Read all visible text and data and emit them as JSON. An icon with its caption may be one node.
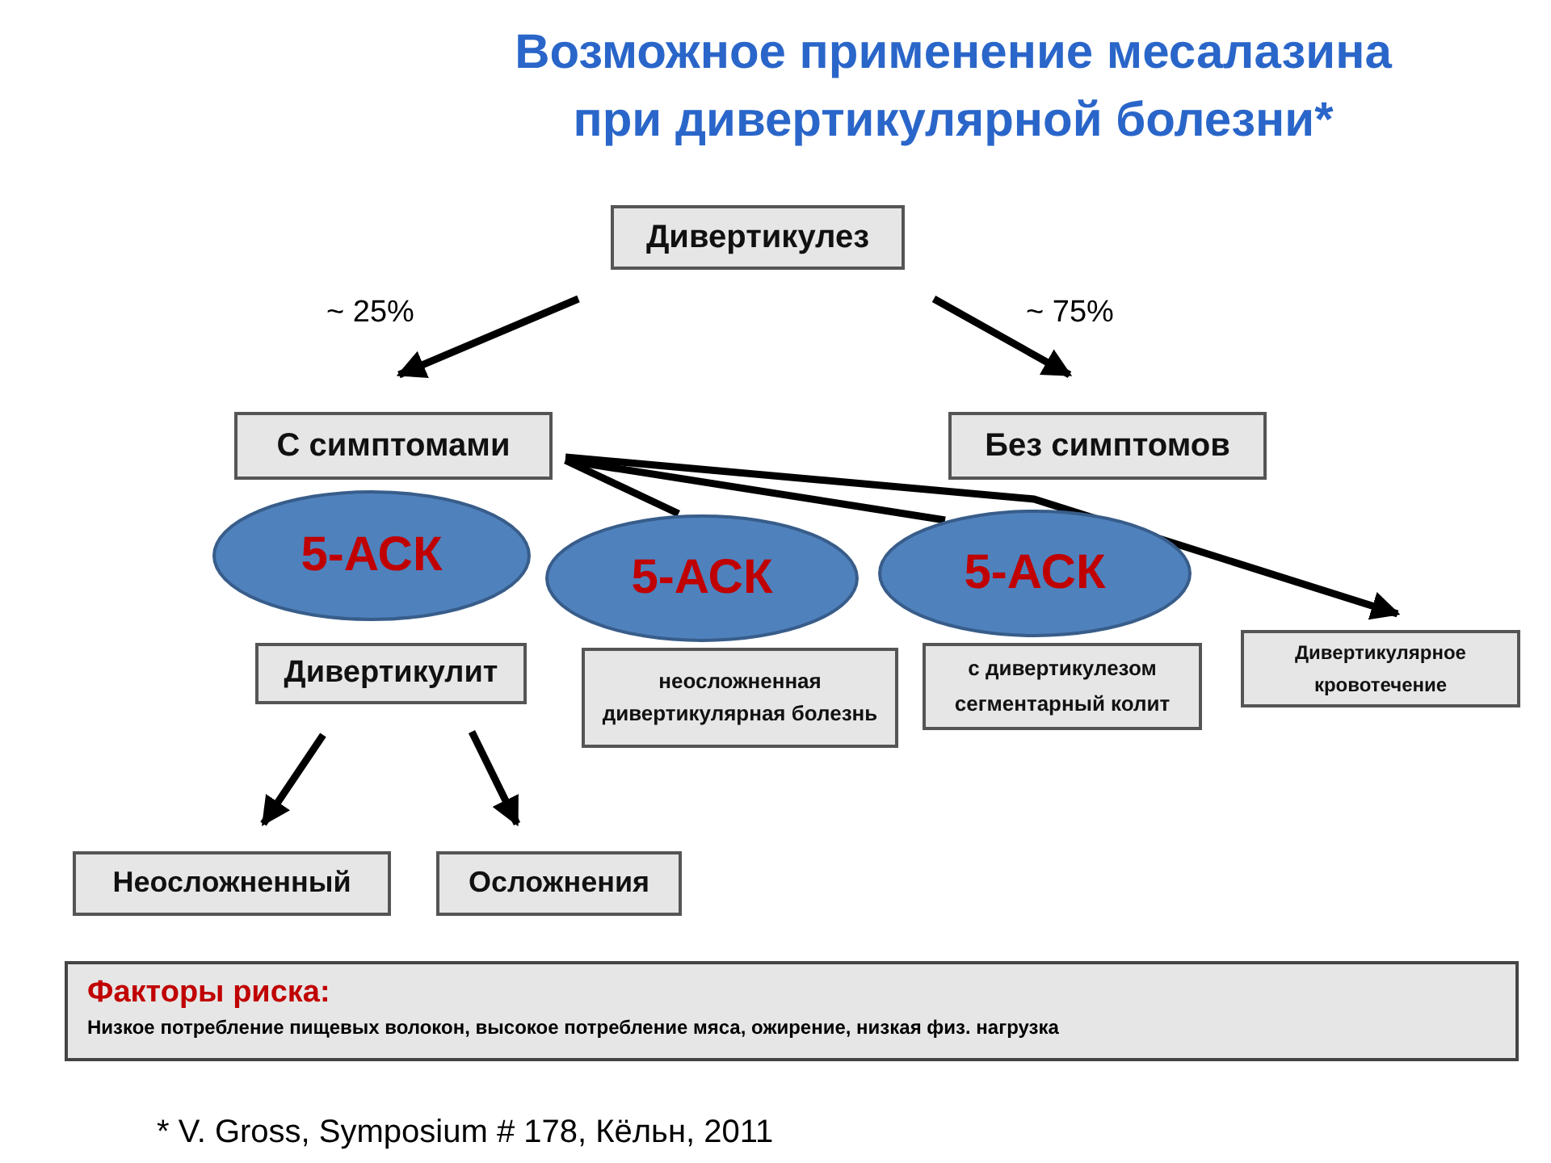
{
  "diagram": {
    "title": "Возможное применение месалазина при дивертикулярной болезни*",
    "caption": "* V. Gross, Symposium # 178, Кёльн, 2011",
    "nodes": [
      {
        "text": [
          "Дивертикулез"
        ]
      },
      {
        "text": [
          "С симптомами"
        ]
      },
      {
        "text": [
          "Без симптомов"
        ]
      },
      {
        "text": [
          "5-АСК"
        ]
      },
      {
        "text": [
          "Дивертикулит"
        ]
      },
      {
        "text": [
          "неосложненная дивертикулярная болезнь"
        ]
      },
      {
        "text": [
          "5-АСК"
        ]
      },
      {
        "text": [
          "с дивертикулезом сегментарный колит"
        ]
      },
      {
        "text": [
          "5-АСК"
        ]
      },
      {
        "text": [
          "Дивертикулярное кровотечение"
        ]
      },
      {
        "text": [
          "Неосложненный"
        ]
      },
      {
        "text": [
          "Осложнения"
        ]
      },
      {
        "text": [
          "Факторы риска:",
          "Низкое потребление пищевых волокон, высокое потребление мяса, ожирение, низкая физ. нагрузка"
        ]
      }
    ],
    "edges": [
      {
        "from": 0,
        "to": 1,
        "arrow": "to",
        "label": "~ 25%"
      },
      {
        "from": 0,
        "to": 2,
        "arrow": "to",
        "label": "~ 75%"
      },
      {
        "from": 1,
        "to": 6,
        "arrow": "none"
      },
      {
        "from": 1,
        "to": 8,
        "arrow": "none"
      },
      {
        "from": 1,
        "to": 9,
        "arrow": "to"
      },
      {
        "from": 4,
        "to": 10,
        "arrow": "to"
      },
      {
        "from": 4,
        "to": 11,
        "arrow": "to"
      }
    ]
  }
}
